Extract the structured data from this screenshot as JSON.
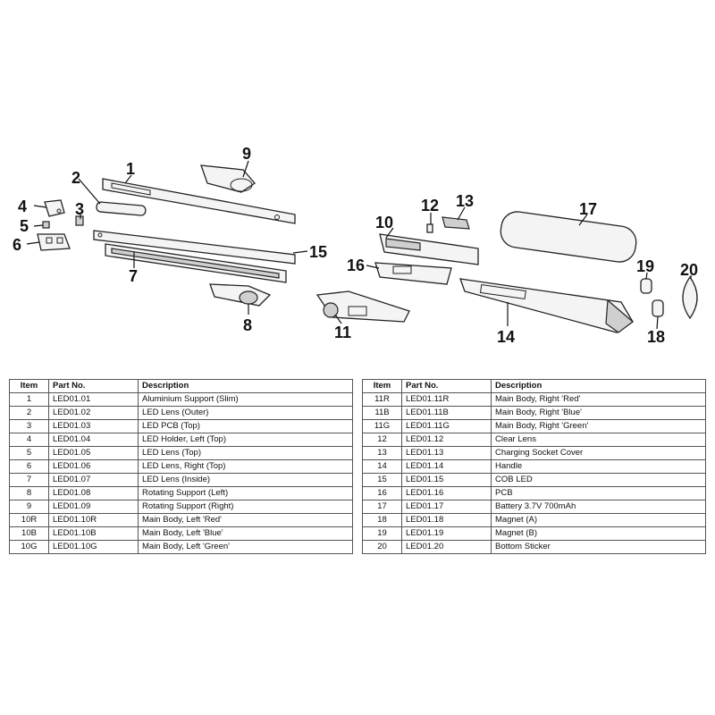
{
  "callouts": [
    "1",
    "2",
    "3",
    "4",
    "5",
    "6",
    "7",
    "8",
    "9",
    "10",
    "11",
    "12",
    "13",
    "14",
    "15",
    "16",
    "17",
    "18",
    "19",
    "20"
  ],
  "table": {
    "headers": {
      "item": "Item",
      "part_no": "Part No.",
      "description": "Description"
    },
    "left_rows": [
      {
        "item": "1",
        "part_no": "LED01.01",
        "description": "Aluminium Support (Slim)"
      },
      {
        "item": "2",
        "part_no": "LED01.02",
        "description": "LED Lens (Outer)"
      },
      {
        "item": "3",
        "part_no": "LED01.03",
        "description": "LED PCB (Top)"
      },
      {
        "item": "4",
        "part_no": "LED01.04",
        "description": "LED Holder, Left (Top)"
      },
      {
        "item": "5",
        "part_no": "LED01.05",
        "description": "LED Lens (Top)"
      },
      {
        "item": "6",
        "part_no": "LED01.06",
        "description": "LED Lens, Right (Top)"
      },
      {
        "item": "7",
        "part_no": "LED01.07",
        "description": "LED Lens (Inside)"
      },
      {
        "item": "8",
        "part_no": "LED01.08",
        "description": "Rotating Support (Left)"
      },
      {
        "item": "9",
        "part_no": "LED01.09",
        "description": "Rotating Support (Right)"
      },
      {
        "item": "10R",
        "part_no": "LED01.10R",
        "description": "Main Body, Left 'Red'"
      },
      {
        "item": "10B",
        "part_no": "LED01.10B",
        "description": "Main Body, Left 'Blue'"
      },
      {
        "item": "10G",
        "part_no": "LED01.10G",
        "description": "Main Body, Left 'Green'"
      }
    ],
    "right_rows": [
      {
        "item": "11R",
        "part_no": "LED01.11R",
        "description": "Main Body, Right 'Red'"
      },
      {
        "item": "11B",
        "part_no": "LED01.11B",
        "description": "Main Body, Right 'Blue'"
      },
      {
        "item": "11G",
        "part_no": "LED01.11G",
        "description": "Main Body, Right 'Green'"
      },
      {
        "item": "12",
        "part_no": "LED01.12",
        "description": "Clear Lens"
      },
      {
        "item": "13",
        "part_no": "LED01.13",
        "description": "Charging Socket Cover"
      },
      {
        "item": "14",
        "part_no": "LED01.14",
        "description": "Handle"
      },
      {
        "item": "15",
        "part_no": "LED01.15",
        "description": "COB LED"
      },
      {
        "item": "16",
        "part_no": "LED01.16",
        "description": "PCB"
      },
      {
        "item": "17",
        "part_no": "LED01.17",
        "description": "Battery 3.7V 700mAh"
      },
      {
        "item": "18",
        "part_no": "LED01.18",
        "description": "Magnet (A)"
      },
      {
        "item": "19",
        "part_no": "LED01.19",
        "description": "Magnet (B)"
      },
      {
        "item": "20",
        "part_no": "LED01.20",
        "description": "Bottom Sticker"
      }
    ]
  }
}
